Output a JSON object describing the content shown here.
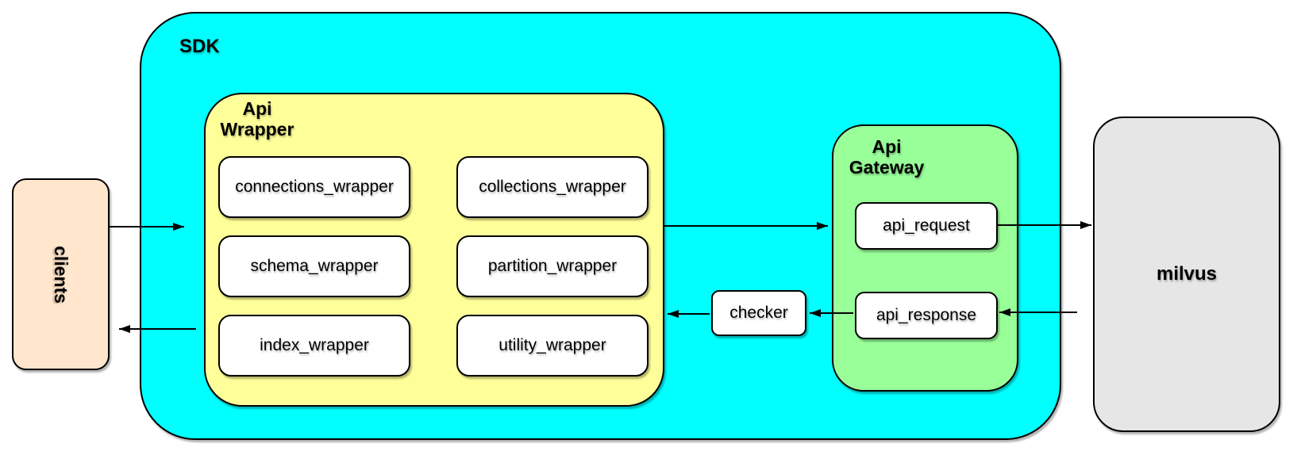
{
  "diagram": {
    "clients": {
      "label": "clients"
    },
    "sdk": {
      "label": "SDK",
      "api_wrapper": {
        "label": "Api\nWrapper",
        "boxes": [
          {
            "label": "connections_wrapper"
          },
          {
            "label": "collections_wrapper"
          },
          {
            "label": "schema_wrapper"
          },
          {
            "label": "partition_wrapper"
          },
          {
            "label": "index_wrapper"
          },
          {
            "label": "utility_wrapper"
          }
        ]
      },
      "checker": {
        "label": "checker"
      }
    },
    "api_gateway": {
      "label": "Api\nGateway",
      "boxes": [
        {
          "label": "api_request"
        },
        {
          "label": "api_response"
        }
      ]
    },
    "milvus": {
      "label": "milvus"
    },
    "colors": {
      "sdk_fill": "#00ffff",
      "api_wrapper_fill": "#ffff99",
      "api_gateway_fill": "#99ff99",
      "clients_fill": "#ffe6cc",
      "milvus_fill": "#e6e6e6",
      "box_fill": "#ffffff",
      "stroke": "#000000"
    }
  }
}
